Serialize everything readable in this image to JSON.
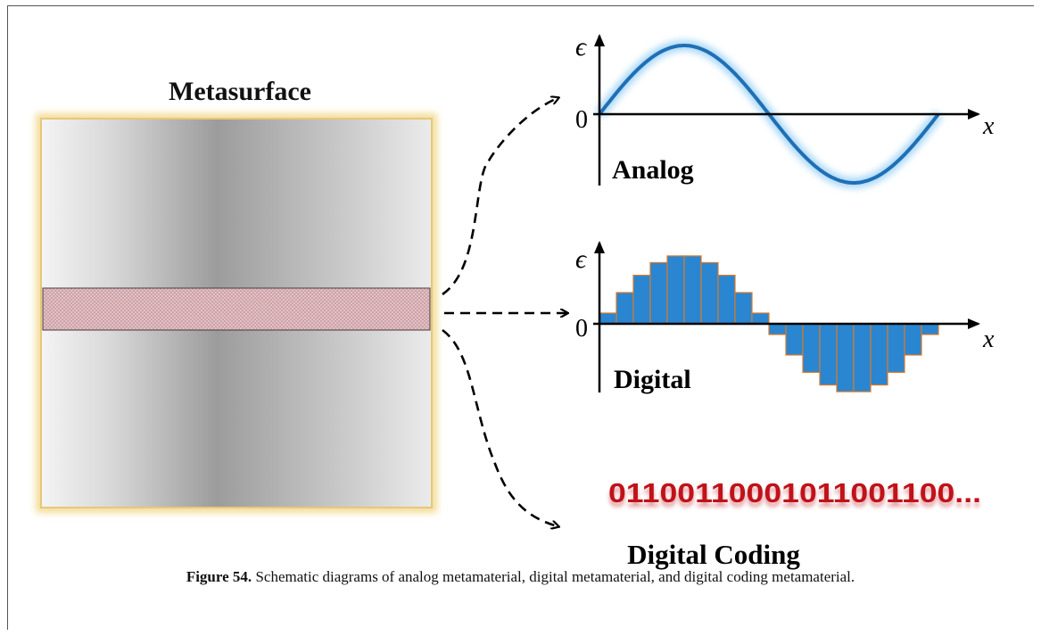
{
  "metasurface": {
    "title": "Metasurface"
  },
  "analog_plot": {
    "y_symbol": "ϵ",
    "origin_label": "0",
    "x_symbol": "x",
    "label": "Analog"
  },
  "digital_plot": {
    "y_symbol": "ϵ",
    "origin_label": "0",
    "x_symbol": "x",
    "label": "Digital"
  },
  "coding": {
    "bits": "011001100010110 01100...",
    "label": "Digital Coding"
  },
  "caption": {
    "label": "Figure 54.",
    "text": " Schematic diagrams of analog metamaterial, digital metamaterial, and digital coding metamaterial."
  },
  "colors": {
    "wave_blue": "#1f6fb5",
    "bar_blue": "#2a86d0",
    "bar_edge": "#d97a2b",
    "code_red": "#c0121a",
    "frame_gold": "#e8c873"
  }
}
